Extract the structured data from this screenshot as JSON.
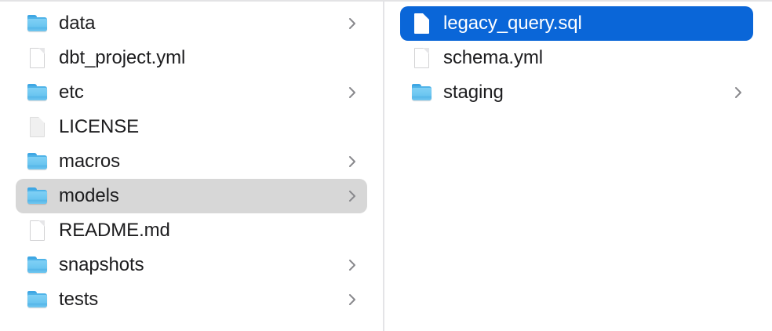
{
  "window": {
    "view": "column-view",
    "accent_color": "#0a66d8",
    "selection_gray": "#d7d7d7",
    "divider_color": "#e4e4e7",
    "text_color": "#1d1d1f"
  },
  "columns": [
    {
      "name": "parent-column",
      "items": [
        {
          "label": "data",
          "kind": "folder",
          "icon": "folder-icon",
          "has_chevron": true,
          "state": "normal"
        },
        {
          "label": "dbt_project.yml",
          "kind": "file",
          "icon": "file-document-icon",
          "has_chevron": false,
          "state": "normal"
        },
        {
          "label": "etc",
          "kind": "folder",
          "icon": "folder-icon",
          "has_chevron": true,
          "state": "normal"
        },
        {
          "label": "LICENSE",
          "kind": "file",
          "icon": "file-plain-icon",
          "has_chevron": false,
          "state": "normal"
        },
        {
          "label": "macros",
          "kind": "folder",
          "icon": "folder-icon",
          "has_chevron": true,
          "state": "normal"
        },
        {
          "label": "models",
          "kind": "folder",
          "icon": "folder-icon",
          "has_chevron": true,
          "state": "selected-inactive"
        },
        {
          "label": "README.md",
          "kind": "file",
          "icon": "file-document-icon",
          "has_chevron": false,
          "state": "normal"
        },
        {
          "label": "snapshots",
          "kind": "folder",
          "icon": "folder-icon",
          "has_chevron": true,
          "state": "normal"
        },
        {
          "label": "tests",
          "kind": "folder",
          "icon": "folder-icon",
          "has_chevron": true,
          "state": "normal"
        }
      ]
    },
    {
      "name": "child-column",
      "items": [
        {
          "label": "legacy_query.sql",
          "kind": "file",
          "icon": "file-document-icon",
          "has_chevron": false,
          "state": "selected-active"
        },
        {
          "label": "schema.yml",
          "kind": "file",
          "icon": "file-document-icon",
          "has_chevron": false,
          "state": "normal"
        },
        {
          "label": "staging",
          "kind": "folder",
          "icon": "folder-icon",
          "has_chevron": true,
          "state": "normal"
        }
      ]
    }
  ]
}
